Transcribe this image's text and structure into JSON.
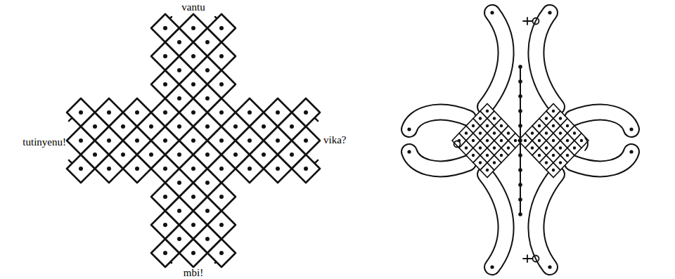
{
  "diagram": {
    "labels": [
      "vantu",
      "tutinyenu!",
      "vika?",
      "mbi!"
    ]
  }
}
